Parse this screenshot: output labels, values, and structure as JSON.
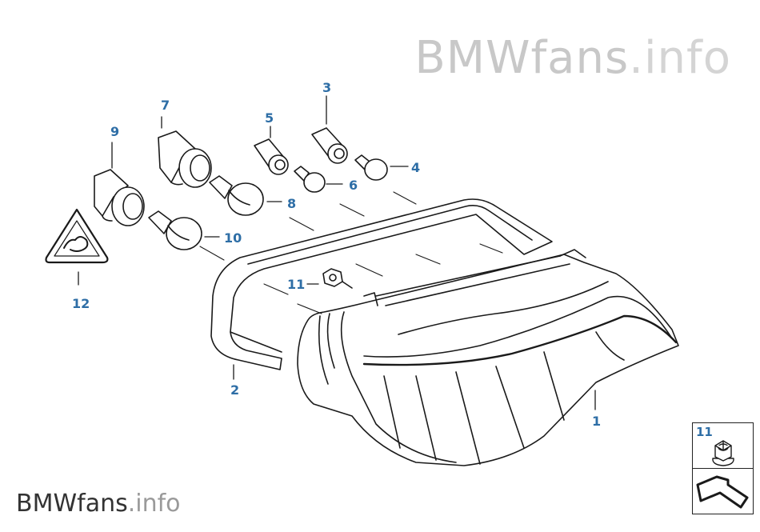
{
  "watermark": {
    "brand": "BMWfans",
    "suffix": ".info"
  },
  "callouts": {
    "c1": "1",
    "c2": "2",
    "c3": "3",
    "c4": "4",
    "c5": "5",
    "c6": "6",
    "c7": "7",
    "c8": "8",
    "c9": "9",
    "c10": "10",
    "c11": "11",
    "c12": "12"
  },
  "legend": {
    "number": "11"
  },
  "colors": {
    "callout": "#2e6ea6",
    "line": "#1a1a1a",
    "watermark": "#c8c8c8"
  }
}
